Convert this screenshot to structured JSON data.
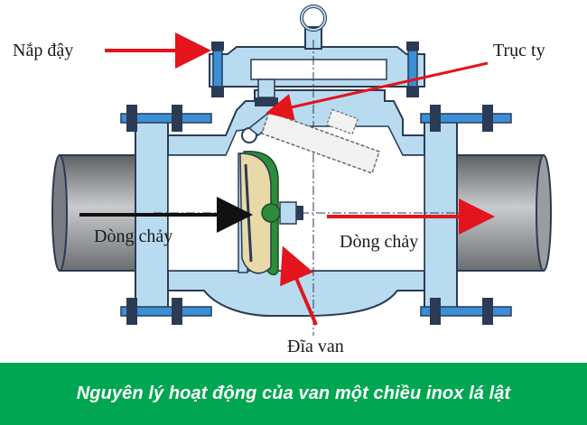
{
  "labels": {
    "cover": "Nắp đậy",
    "stem": "Trục ty",
    "flow_in": "Dòng chảy",
    "flow_out": "Dòng chảy",
    "disc": "Đĩa van"
  },
  "caption": "Nguyên lý hoạt động của van một chiều inox lá lật",
  "colors": {
    "body": "#b8dbef",
    "body_stroke": "#2b3a55",
    "pipe": "#8a8d90",
    "disc_green": "#2e8b3a",
    "disc_face": "#e8d9a8",
    "bolt_blue": "#3a8fd6",
    "arrow_red": "#e3141b",
    "caption_bg": "#00a651"
  }
}
